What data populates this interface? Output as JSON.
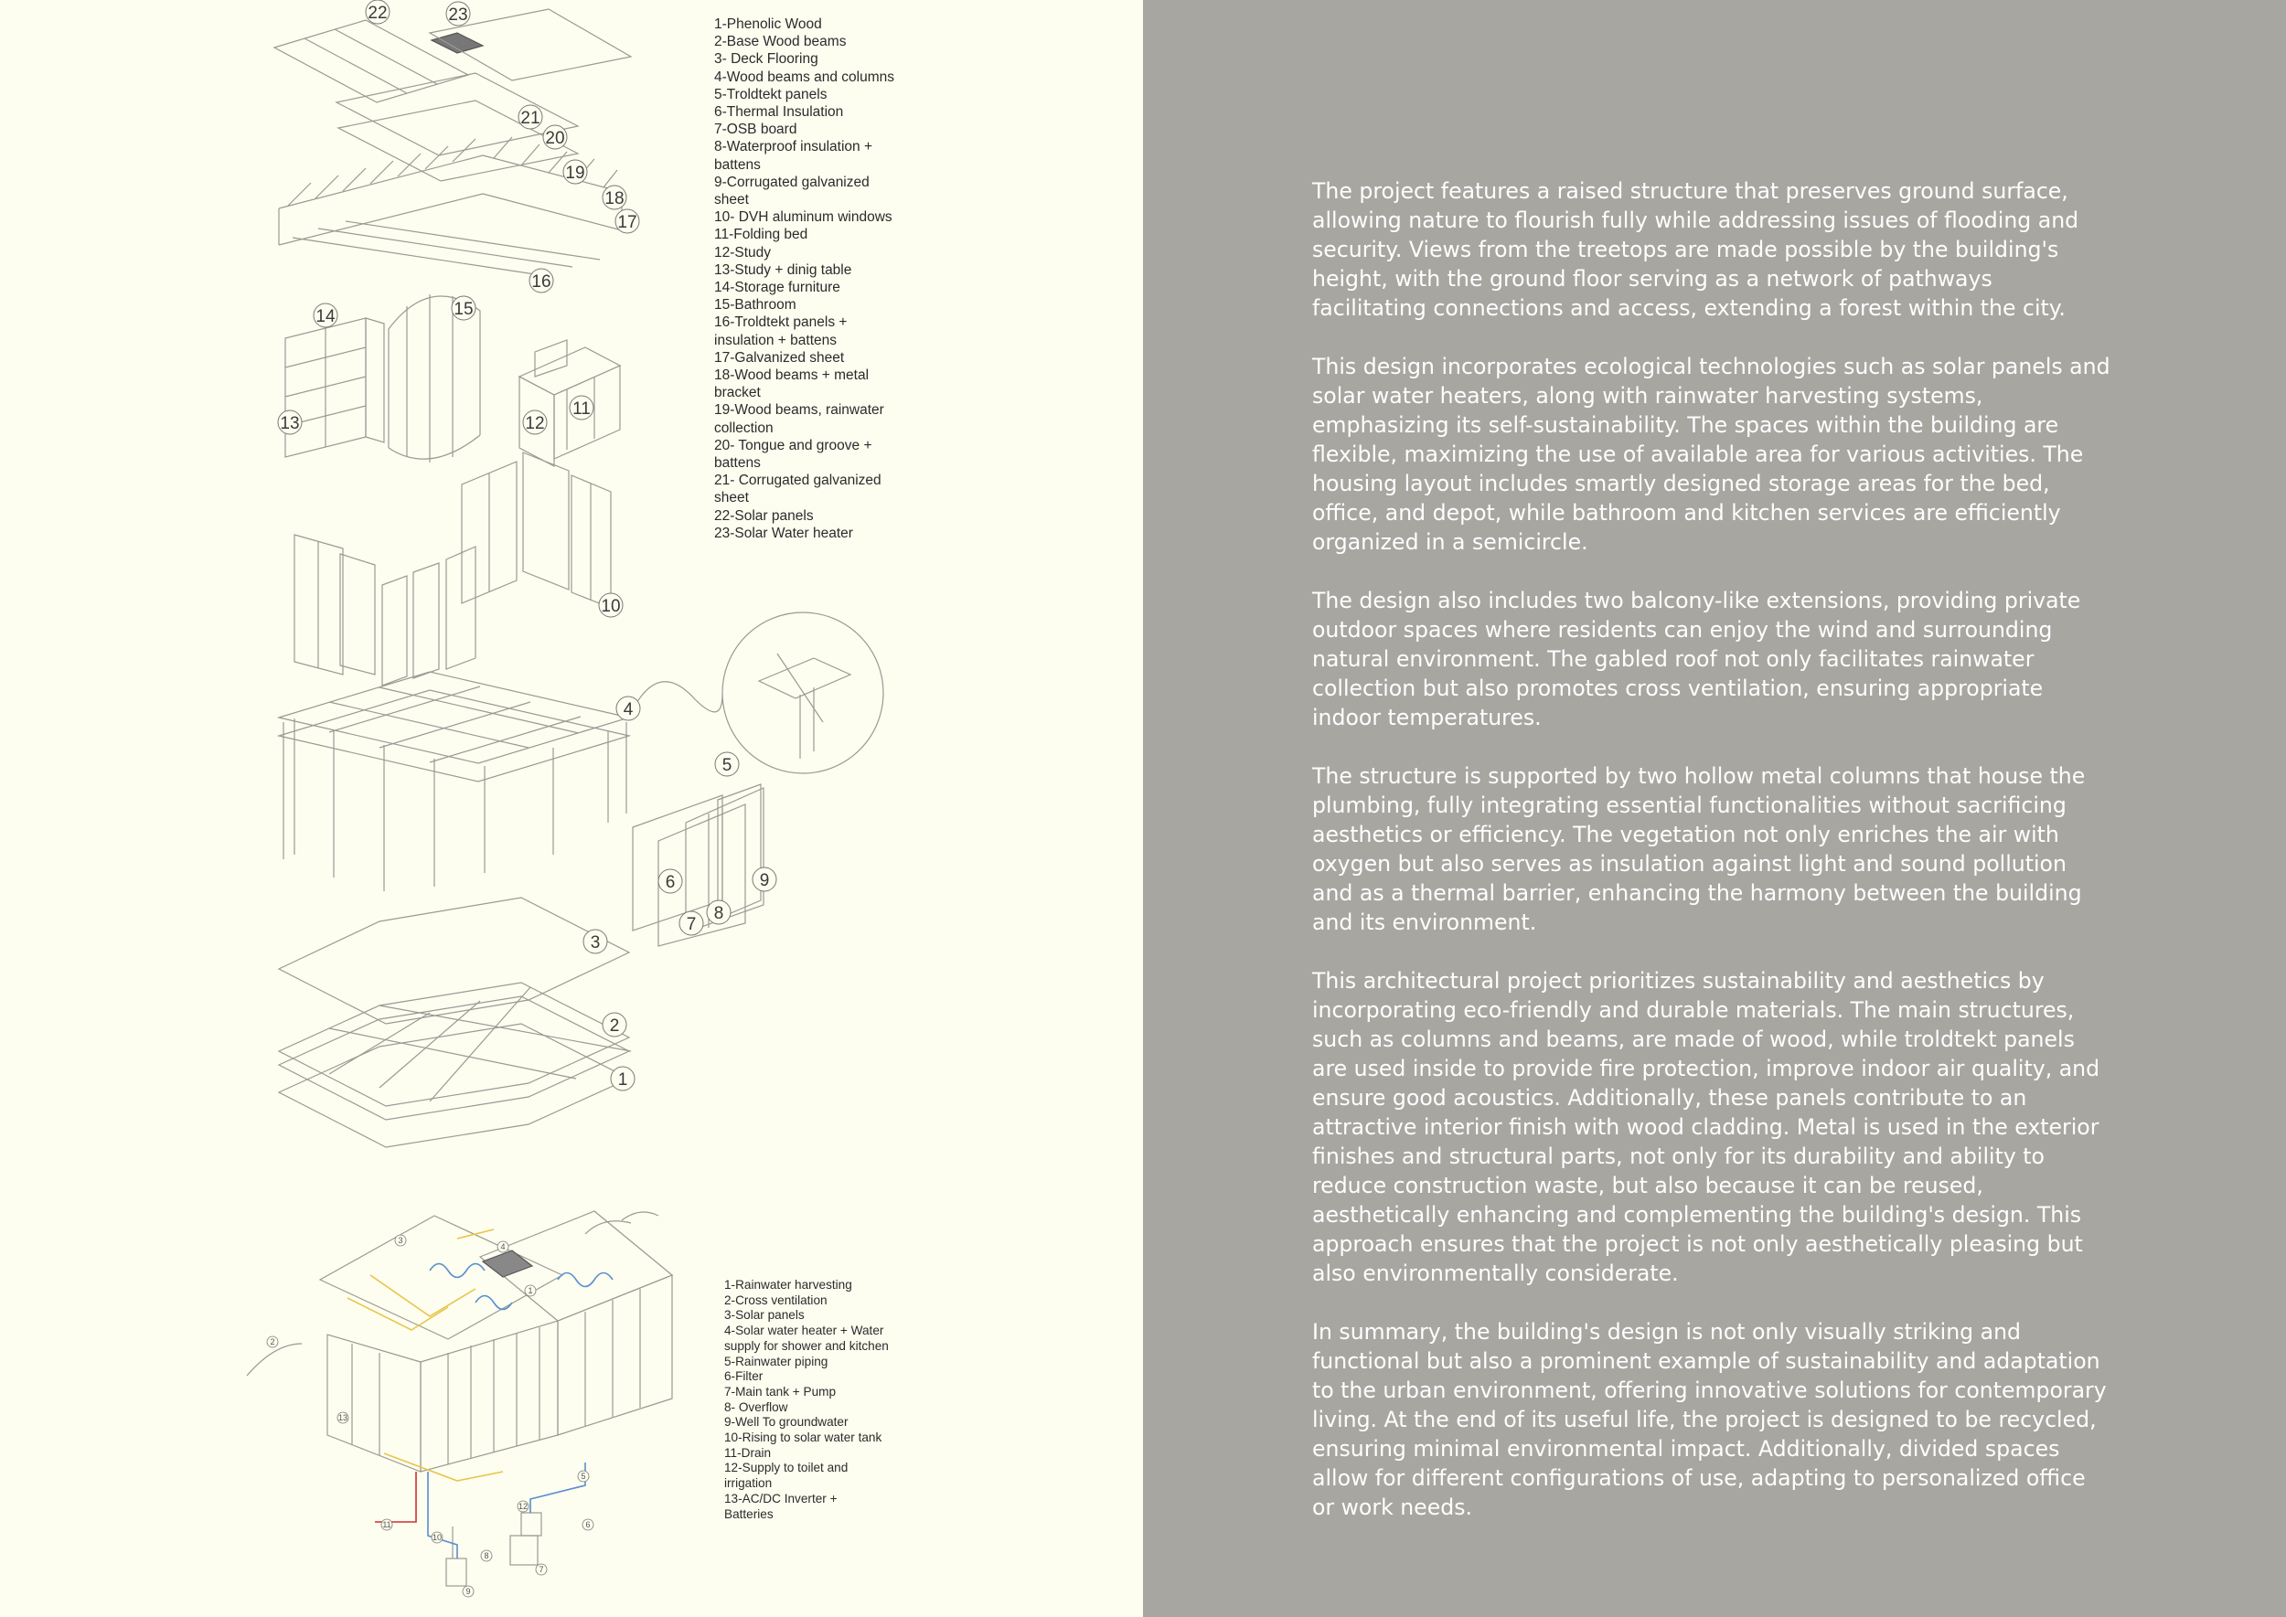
{
  "materials_legend": {
    "items": [
      "1-Phenolic Wood",
      "2-Base Wood beams",
      "3- Deck Flooring",
      "4-Wood beams and columns",
      "5-Troldtekt panels",
      "6-Thermal Insulation",
      "7-OSB board",
      "8-Waterproof insulation + battens",
      "9-Corrugated galvanized sheet",
      "10- DVH aluminum windows",
      "11-Folding bed",
      "12-Study",
      "13-Study + dinig table",
      "14-Storage furniture",
      "15-Bathroom",
      "16-Troldtekt panels + insulation + battens",
      "17-Galvanized sheet",
      "18-Wood beams + metal bracket",
      "19-Wood beams, rainwater collection",
      "20- Tongue and groove + battens",
      "21- Corrugated galvanized sheet",
      "22-Solar panels",
      "23-Solar Water heater"
    ]
  },
  "systems_legend": {
    "items": [
      "1-Rainwater harvesting",
      "2-Cross ventilation",
      "3-Solar panels",
      "4-Solar water heater + Water supply for shower and kitchen",
      "5-Rainwater piping",
      "6-Filter",
      "7-Main tank + Pump",
      "8- Overflow",
      "9-Well To groundwater",
      "10-Rising to solar water tank",
      "11-Drain",
      "12-Supply to toilet and irrigation",
      "13-AC/DC Inverter + Batteries"
    ]
  },
  "diagram_labels": {
    "l1": "1",
    "l2": "2",
    "l3": "3",
    "l4": "4",
    "l5": "5",
    "l6": "6",
    "l7": "7",
    "l8": "8",
    "l9": "9",
    "l10": "10",
    "l11": "11",
    "l12": "12",
    "l13": "13",
    "l14": "14",
    "l15": "15",
    "l16": "16",
    "l17": "17",
    "l18": "18",
    "l19": "19",
    "l20": "20",
    "l21": "21",
    "l22": "22",
    "l23": "23",
    "s1": "1",
    "s2": "2",
    "s3": "3",
    "s4": "4",
    "s5": "5",
    "s6": "6",
    "s7": "7",
    "s8": "8",
    "s9": "9",
    "s10": "10",
    "s11": "11",
    "s12": "12",
    "s13": "13"
  },
  "description": {
    "paragraphs": [
      "The project features a raised structure that preserves ground surface, allowing nature to flourish fully while addressing issues of flooding and security. Views from the treetops are made possible by the building's height, with the ground floor serving as a network of pathways facilitating connections and access, extending a forest within the city.",
      "This design incorporates ecological technologies such as solar panels and solar water heaters, along with rainwater harvesting systems, emphasizing its self-sustainability. The spaces within the building are flexible, maximizing the use of available area for various activities. The housing layout includes smartly designed storage areas for the bed, office, and depot, while bathroom and kitchen services are efficiently organized in a semicircle.",
      "The design also includes two balcony-like extensions, providing private outdoor spaces where residents can enjoy the wind and surrounding natural environment. The gabled roof not only facilitates rainwater collection but also promotes cross ventilation, ensuring appropriate indoor temperatures.",
      "The structure is supported by two hollow metal columns that house the plumbing, fully integrating essential functionalities without sacrificing aesthetics or efficiency. The vegetation not only enriches the air with oxygen but also serves as insulation against light and sound pollution and as a thermal barrier, enhancing the harmony between the building and its environment.",
      "This architectural project prioritizes sustainability and aesthetics by incorporating eco-friendly and durable materials. The main structures, such as columns and beams, are made of wood, while troldtekt panels are used inside to provide fire protection, improve indoor air quality, and ensure good acoustics. Additionally, these panels contribute to an attractive interior finish with wood cladding. Metal is used in the exterior finishes and structural parts, not only for its durability and ability to reduce construction waste, but also because it can be reused, aesthetically enhancing and complementing the building's design. This approach ensures that the project is not only aesthetically pleasing but also environmentally considerate.",
      "In summary, the building's design is not only visually striking and functional but also a prominent example of sustainability and adaptation to the urban environment, offering innovative solutions for contemporary living. At the end of its useful life, the project is designed to be recycled, ensuring minimal environmental impact. Additionally, divided spaces allow for different configurations of use, adapting to personalized office or work needs."
    ]
  },
  "colors": {
    "left_background": "#fdfdf0",
    "right_background": "#a7a6a1",
    "description_text": "#ffffff",
    "legend_text": "#2b2b2b",
    "line_art": "#9a9a94",
    "water_line": "#5a8fd0",
    "solar_line": "#e8c64a",
    "drain_line": "#d03030"
  }
}
